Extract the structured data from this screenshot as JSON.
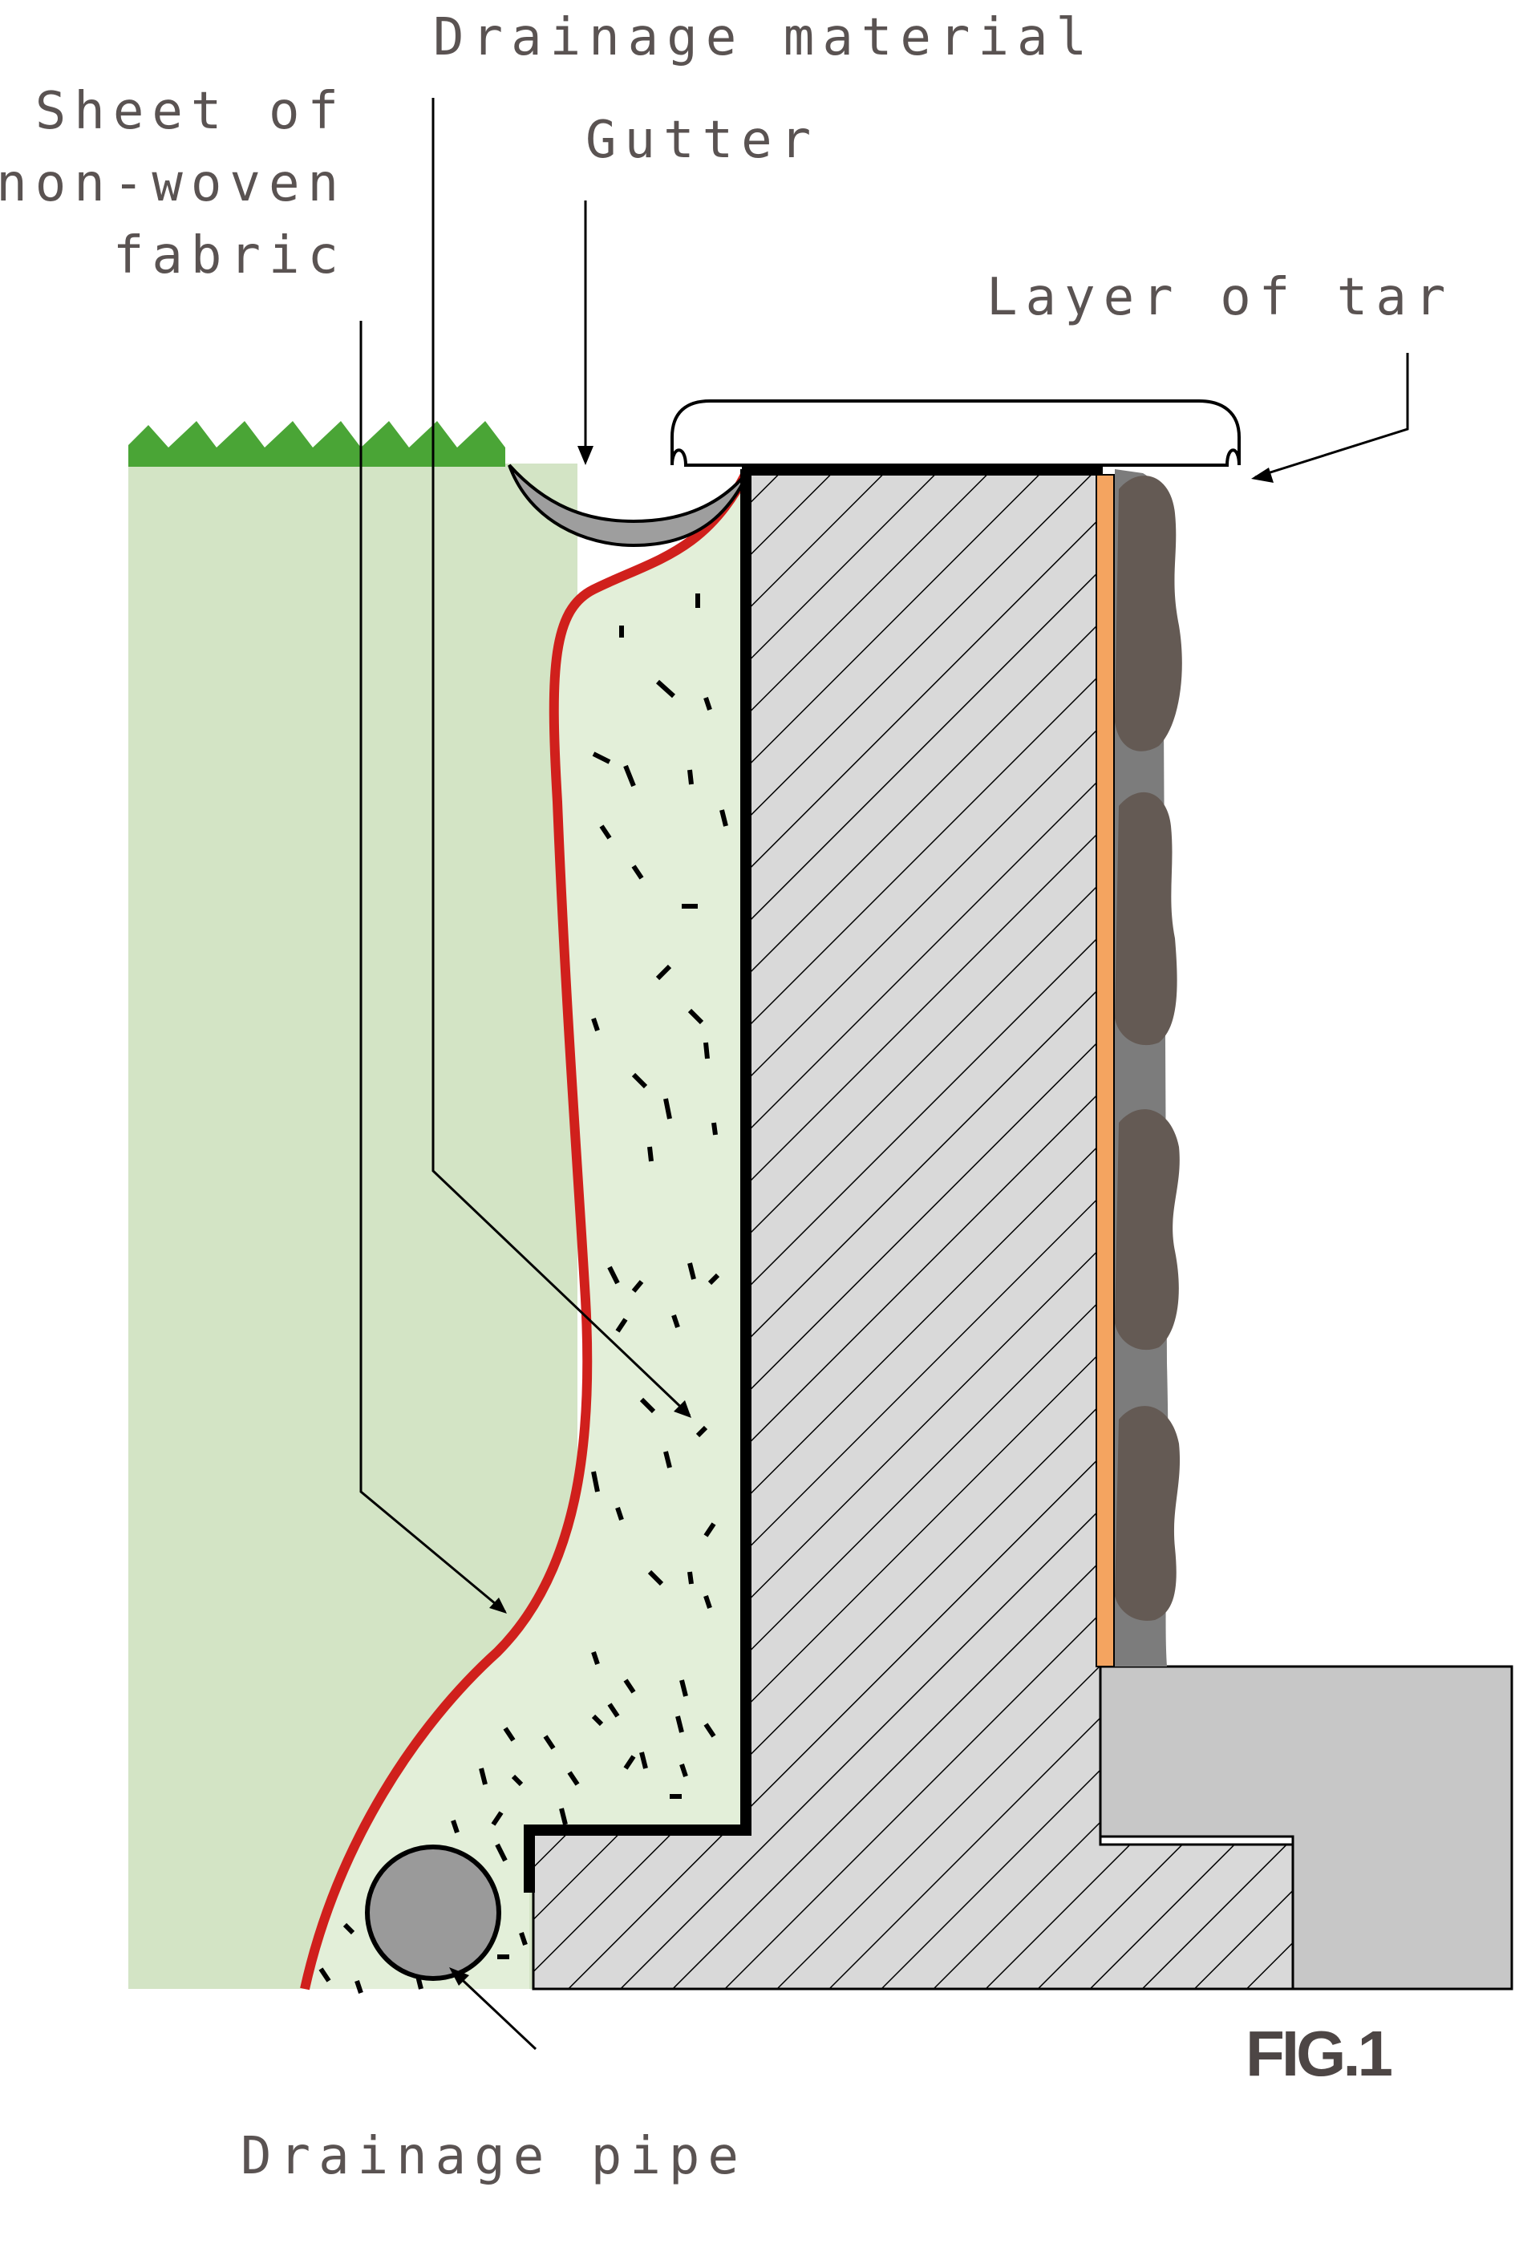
{
  "labels": {
    "drainage_material": "Drainage material",
    "sheet_line1": "Sheet of",
    "sheet_line2": "non-woven",
    "sheet_line3": "fabric",
    "gutter": "Gutter",
    "layer_of_tar": "Layer of tar",
    "drainage_pipe": "Drainage pipe",
    "figure": "FIG.1"
  },
  "colors": {
    "soil": "#d3e4c5",
    "grass": "#4aa536",
    "fill": "#e3efd9",
    "fabric": "#d0201c",
    "concrete": "#d9d9d9",
    "tar": "#f4a460",
    "stone": "#645a54",
    "stone_bed": "#7c7c7c",
    "pipe": "#9a9a9a",
    "gutter": "#9e9e9e",
    "footing": "#c7c7c7",
    "ink": "#000000"
  }
}
